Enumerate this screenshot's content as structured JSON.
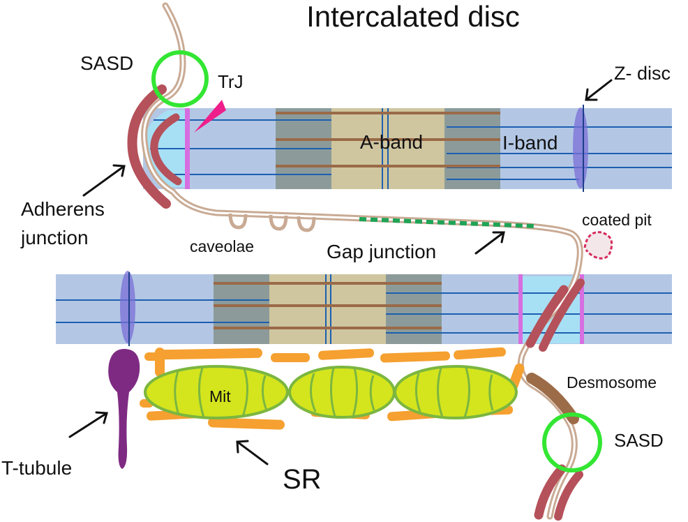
{
  "title": "Intercalated disc",
  "labels": {
    "sasd_top": "SASD",
    "trj": "TrJ",
    "z_disc": "Z- disc",
    "a_band": "A-band",
    "i_band": "I-band",
    "adherens_line1": "Adherens",
    "adherens_line2": "junction",
    "caveolae": "caveolae",
    "gap_junction": "Gap junction",
    "coated_pit": "coated pit",
    "mit": "Mit",
    "desmosome": "Desmosome",
    "sasd_bottom": "SASD",
    "t_tubule": "T-tubule",
    "sr": "SR"
  },
  "colors": {
    "i_band": "#b3c7e5",
    "a_band_outer": "#8c9b9a",
    "a_band_center": "#cfc6a0",
    "thin_filament": "#1c5fb0",
    "thick_filament": "#9a6a48",
    "z_disc": "#7a6fd6",
    "membrane_outer": "#c9aa94",
    "membrane_inner": "#ffffff",
    "adherens": "#b5515a",
    "desmosome": "#9c6b47",
    "sasd_circle": "#33e633",
    "trj_marker": "#ee1e8a",
    "gap_junction": "#1fa456",
    "coated_pit": "#d62a5a",
    "mitochondria": "#d4e51d",
    "mitochondria_edge": "#7bb640",
    "sr": "#f5a030",
    "t_tubule": "#7e2a82",
    "cell_edge_highlight": "#a7e0f5",
    "cell_edge_bar": "#d66ee0"
  }
}
